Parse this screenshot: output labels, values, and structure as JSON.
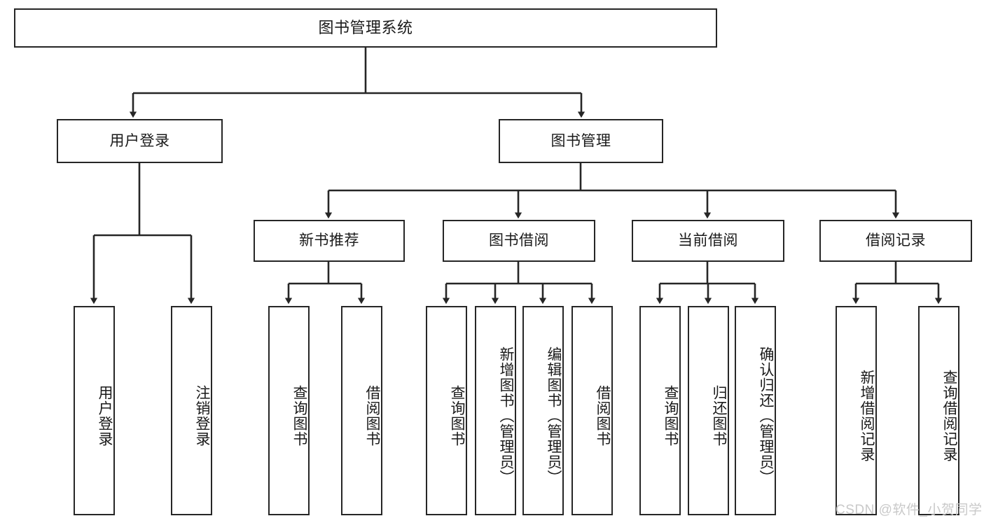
{
  "diagram": {
    "title": "图书管理系统",
    "type": "tree-hierarchy",
    "watermark": "CSDN @软件_小贺同学",
    "colors": {
      "stroke": "#262626",
      "background": "#ffffff",
      "text": "#1a1a1a",
      "watermark": "#c9c9c9"
    },
    "nodes": {
      "root": {
        "label": "图书管理系统"
      },
      "level1": [
        {
          "id": "user-login",
          "label": "用户登录"
        },
        {
          "id": "book-manage",
          "label": "图书管理"
        }
      ],
      "level2": [
        {
          "id": "new-book-recommend",
          "label": "新书推荐"
        },
        {
          "id": "book-borrow",
          "label": "图书借阅"
        },
        {
          "id": "current-borrow",
          "label": "当前借阅"
        },
        {
          "id": "borrow-record",
          "label": "借阅记录"
        }
      ],
      "leaves": {
        "user-login": [
          {
            "id": "leaf-user-login",
            "label": "用户登录"
          },
          {
            "id": "leaf-logout-login",
            "label": "注销登录"
          }
        ],
        "new-book-recommend": [
          {
            "id": "leaf-query-book-1",
            "label": "查询图书"
          },
          {
            "id": "leaf-borrow-book-1",
            "label": "借阅图书"
          }
        ],
        "book-borrow": [
          {
            "id": "leaf-query-book-2",
            "label": "查询图书"
          },
          {
            "id": "leaf-add-book",
            "label": "新增图书（管理员）"
          },
          {
            "id": "leaf-edit-book",
            "label": "编辑图书（管理员）"
          },
          {
            "id": "leaf-borrow-book-2",
            "label": "借阅图书"
          }
        ],
        "current-borrow": [
          {
            "id": "leaf-query-book-3",
            "label": "查询图书"
          },
          {
            "id": "leaf-return-book",
            "label": "归还图书"
          },
          {
            "id": "leaf-confirm-return",
            "label": "确认归还（管理员）"
          }
        ],
        "borrow-record": [
          {
            "id": "leaf-add-record",
            "label": "新增借阅记录"
          },
          {
            "id": "leaf-query-record",
            "label": "查询借阅记录"
          }
        ]
      }
    }
  }
}
